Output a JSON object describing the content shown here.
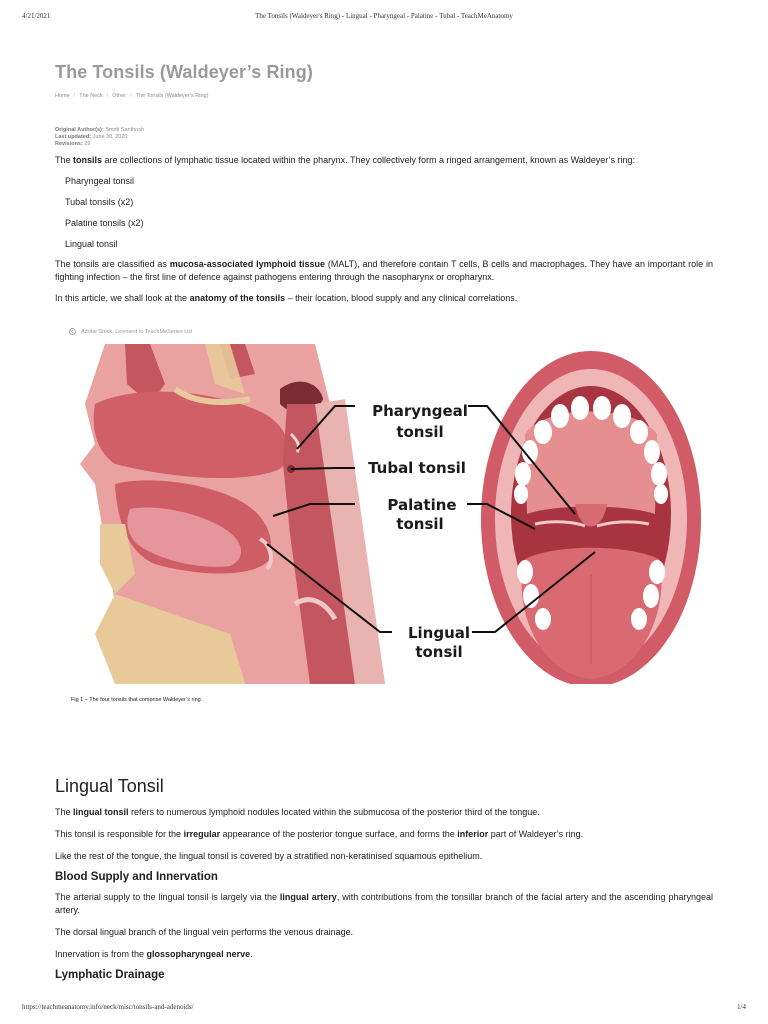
{
  "print_header": {
    "date": "4/21/2021",
    "page_title": "The Tonsils (Waldeyer's Ring) - Lingual - Pharyngeal - Palatine - Tubal - TeachMeAnatomy"
  },
  "article": {
    "title": "The Tonsils (Waldeyer’s Ring)",
    "breadcrumb": [
      "Home",
      "The Neck",
      "Other",
      "The Tonsils (Waldeyer’s Ring)"
    ],
    "meta": {
      "author_label": "Original Author(s):",
      "author_value": "Smriti Santhosh",
      "updated_label": "Last updated:",
      "updated_value": "June 30, 2020",
      "revisions_label": "Revisions:",
      "revisions_value": "29"
    },
    "intro": {
      "pre": "The ",
      "bold": "tonsils",
      "post": " are collections of lymphatic tissue located within the pharynx. They collectively form a ringed arrangement, known as Waldeyer’s ring:"
    },
    "tonsil_list": [
      "Pharyngeal tonsil",
      "Tubal tonsils (x2)",
      "Palatine tonsils (x2)",
      "Lingual tonsil"
    ],
    "classified": {
      "pre": "The tonsils are classified as ",
      "bold": "mucosa-associated lymphoid tissue",
      "post": " (MALT), and therefore contain T cells, B cells and macrophages. They have an important role in fighting infection –  the first line of defence against pathogens entering through the nasopharynx or oropharynx."
    },
    "in_this_article": {
      "pre": "In this article, we shall look at the ",
      "bold": "anatomy of the tonsils",
      "post": " – their location, blood supply and any clinical correlations."
    }
  },
  "figure": {
    "credit": "Adobe Stock, Licensed to TeachMeSeries Ltd",
    "labels": {
      "pharyngeal_1": "Pharyngeal",
      "pharyngeal_2": "tonsil",
      "tubal": "Tubal tonsil",
      "palatine_1": "Palatine",
      "palatine_2": "tonsil",
      "lingual_1": "Lingual",
      "lingual_2": "tonsil"
    },
    "caption": "Fig 1 – The four tonsils that comprise Waldeyer’s ring.",
    "colors": {
      "tissue": "#d2606a",
      "bone": "#e8c99a",
      "line": "#111111"
    }
  },
  "lingual": {
    "heading": "Lingual Tonsil",
    "p1": {
      "pre": "The ",
      "bold": "lingual tonsil",
      "post": " refers to numerous lymphoid nodules located within the submucosa of the posterior third of the tongue."
    },
    "p2": {
      "pre": "This tonsil is responsible for the ",
      "bold1": "irregular",
      "mid": " appearance of the posterior tongue surface, and forms the ",
      "bold2": "inferior",
      "post": " part of Waldeyer’s ring."
    },
    "p3": "Like the rest of the tongue, the lingual tonsil is covered by a stratified non-keratinised squamous epithelium.",
    "blood_heading": "Blood Supply and Innervation",
    "p4": {
      "pre": "The arterial supply to the lingual tonsil is largely via the ",
      "bold": "lingual artery",
      "post": ", with contributions from the tonsillar branch of the facial artery and the ascending pharyngeal artery."
    },
    "p5": "The dorsal lingual branch of the lingual vein performs the venous drainage.",
    "p6": {
      "pre": "Innervation is from the ",
      "bold": "glossopharyngeal nerve",
      "post": "."
    },
    "lymph_heading": "Lymphatic Drainage"
  },
  "print_footer": {
    "url": "https://teachmeanatomy.info/neck/misc/tonsils-and-adenoids/",
    "page": "1/4"
  }
}
